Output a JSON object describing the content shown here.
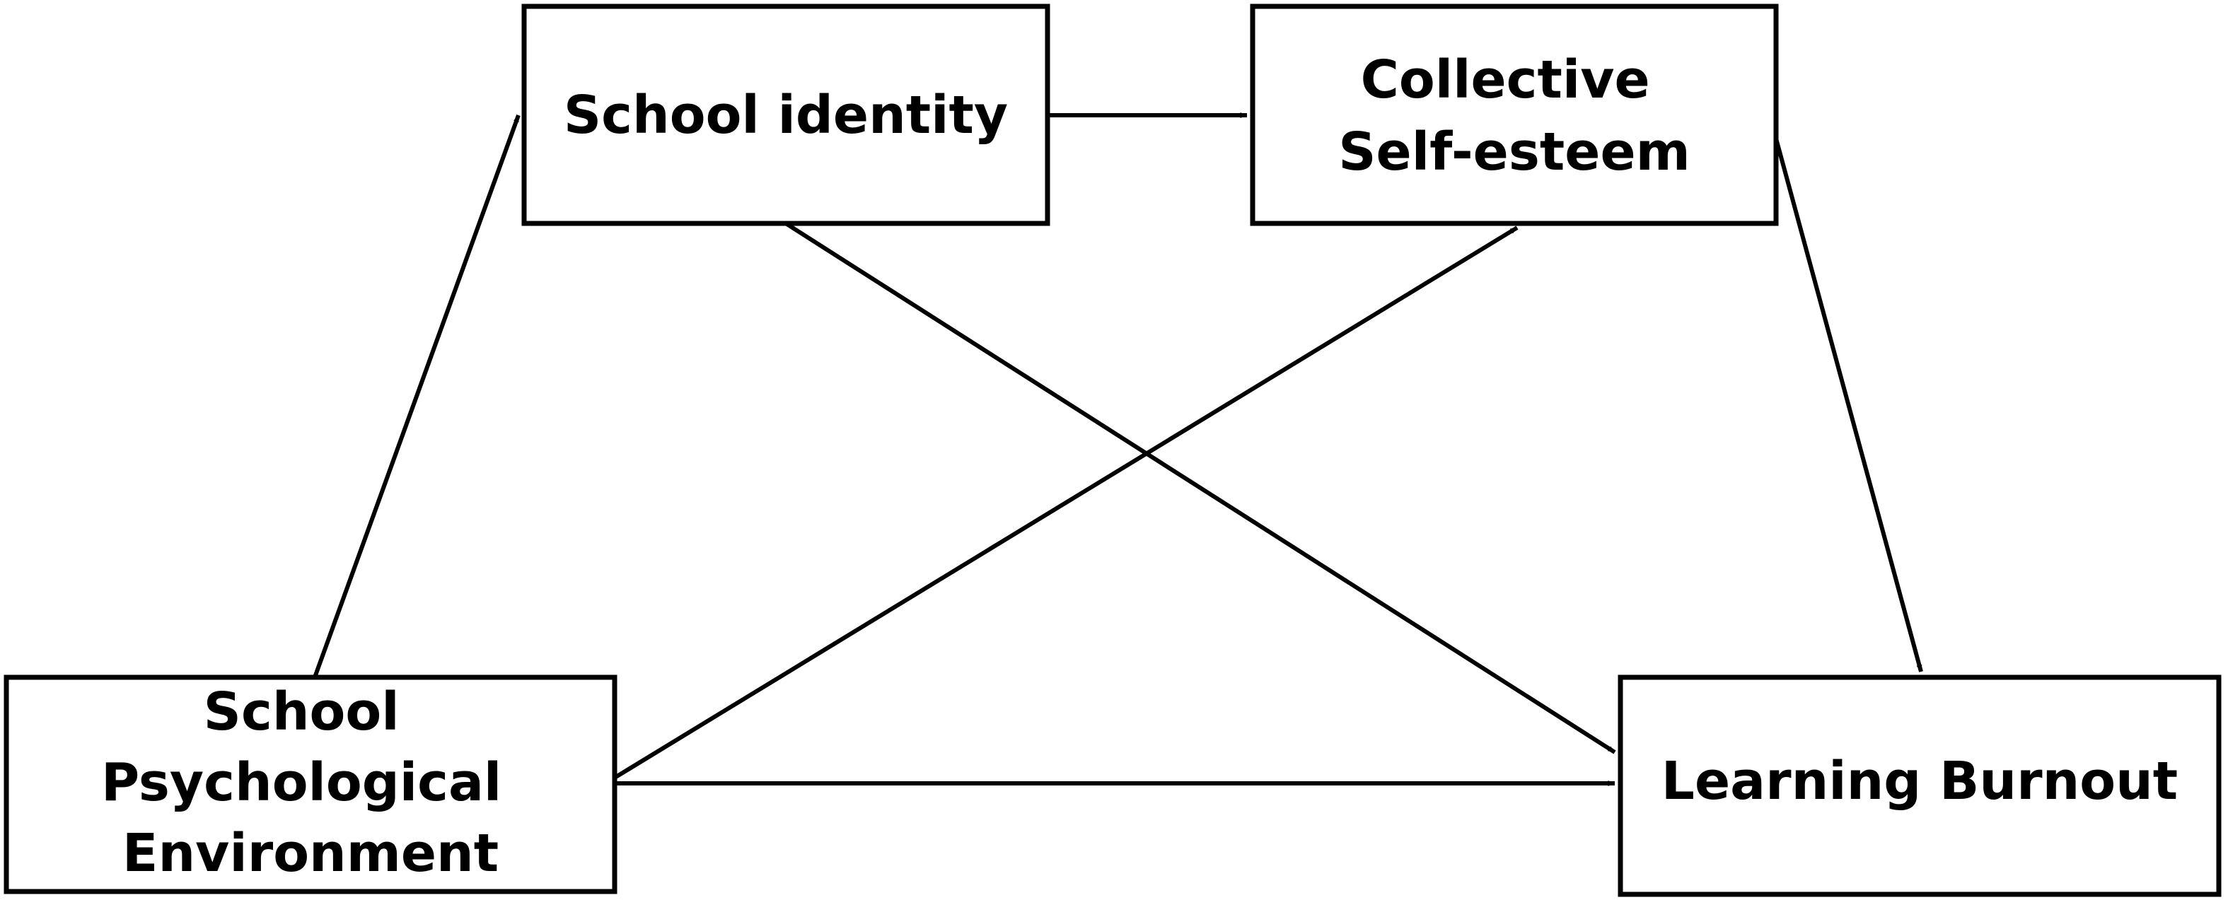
{
  "diagram": {
    "nodes": {
      "school_identity": {
        "lines": [
          "School identity"
        ]
      },
      "collective_self_esteem": {
        "lines": [
          "Collective",
          "Self-esteem"
        ]
      },
      "school_psychological_environment": {
        "lines": [
          "School",
          "Psychological",
          "Environment"
        ]
      },
      "learning_burnout": {
        "lines": [
          "Learning Burnout"
        ]
      }
    },
    "edges": [
      {
        "from": "school_psychological_environment",
        "to": "school_identity"
      },
      {
        "from": "school_identity",
        "to": "collective_self_esteem"
      },
      {
        "from": "school_psychological_environment",
        "to": "collective_self_esteem"
      },
      {
        "from": "school_identity",
        "to": "learning_burnout"
      },
      {
        "from": "collective_self_esteem",
        "to": "learning_burnout"
      },
      {
        "from": "school_psychological_environment",
        "to": "learning_burnout"
      }
    ],
    "colors": {
      "stroke": "#000000",
      "background": "#ffffff",
      "text": "#000000"
    }
  }
}
